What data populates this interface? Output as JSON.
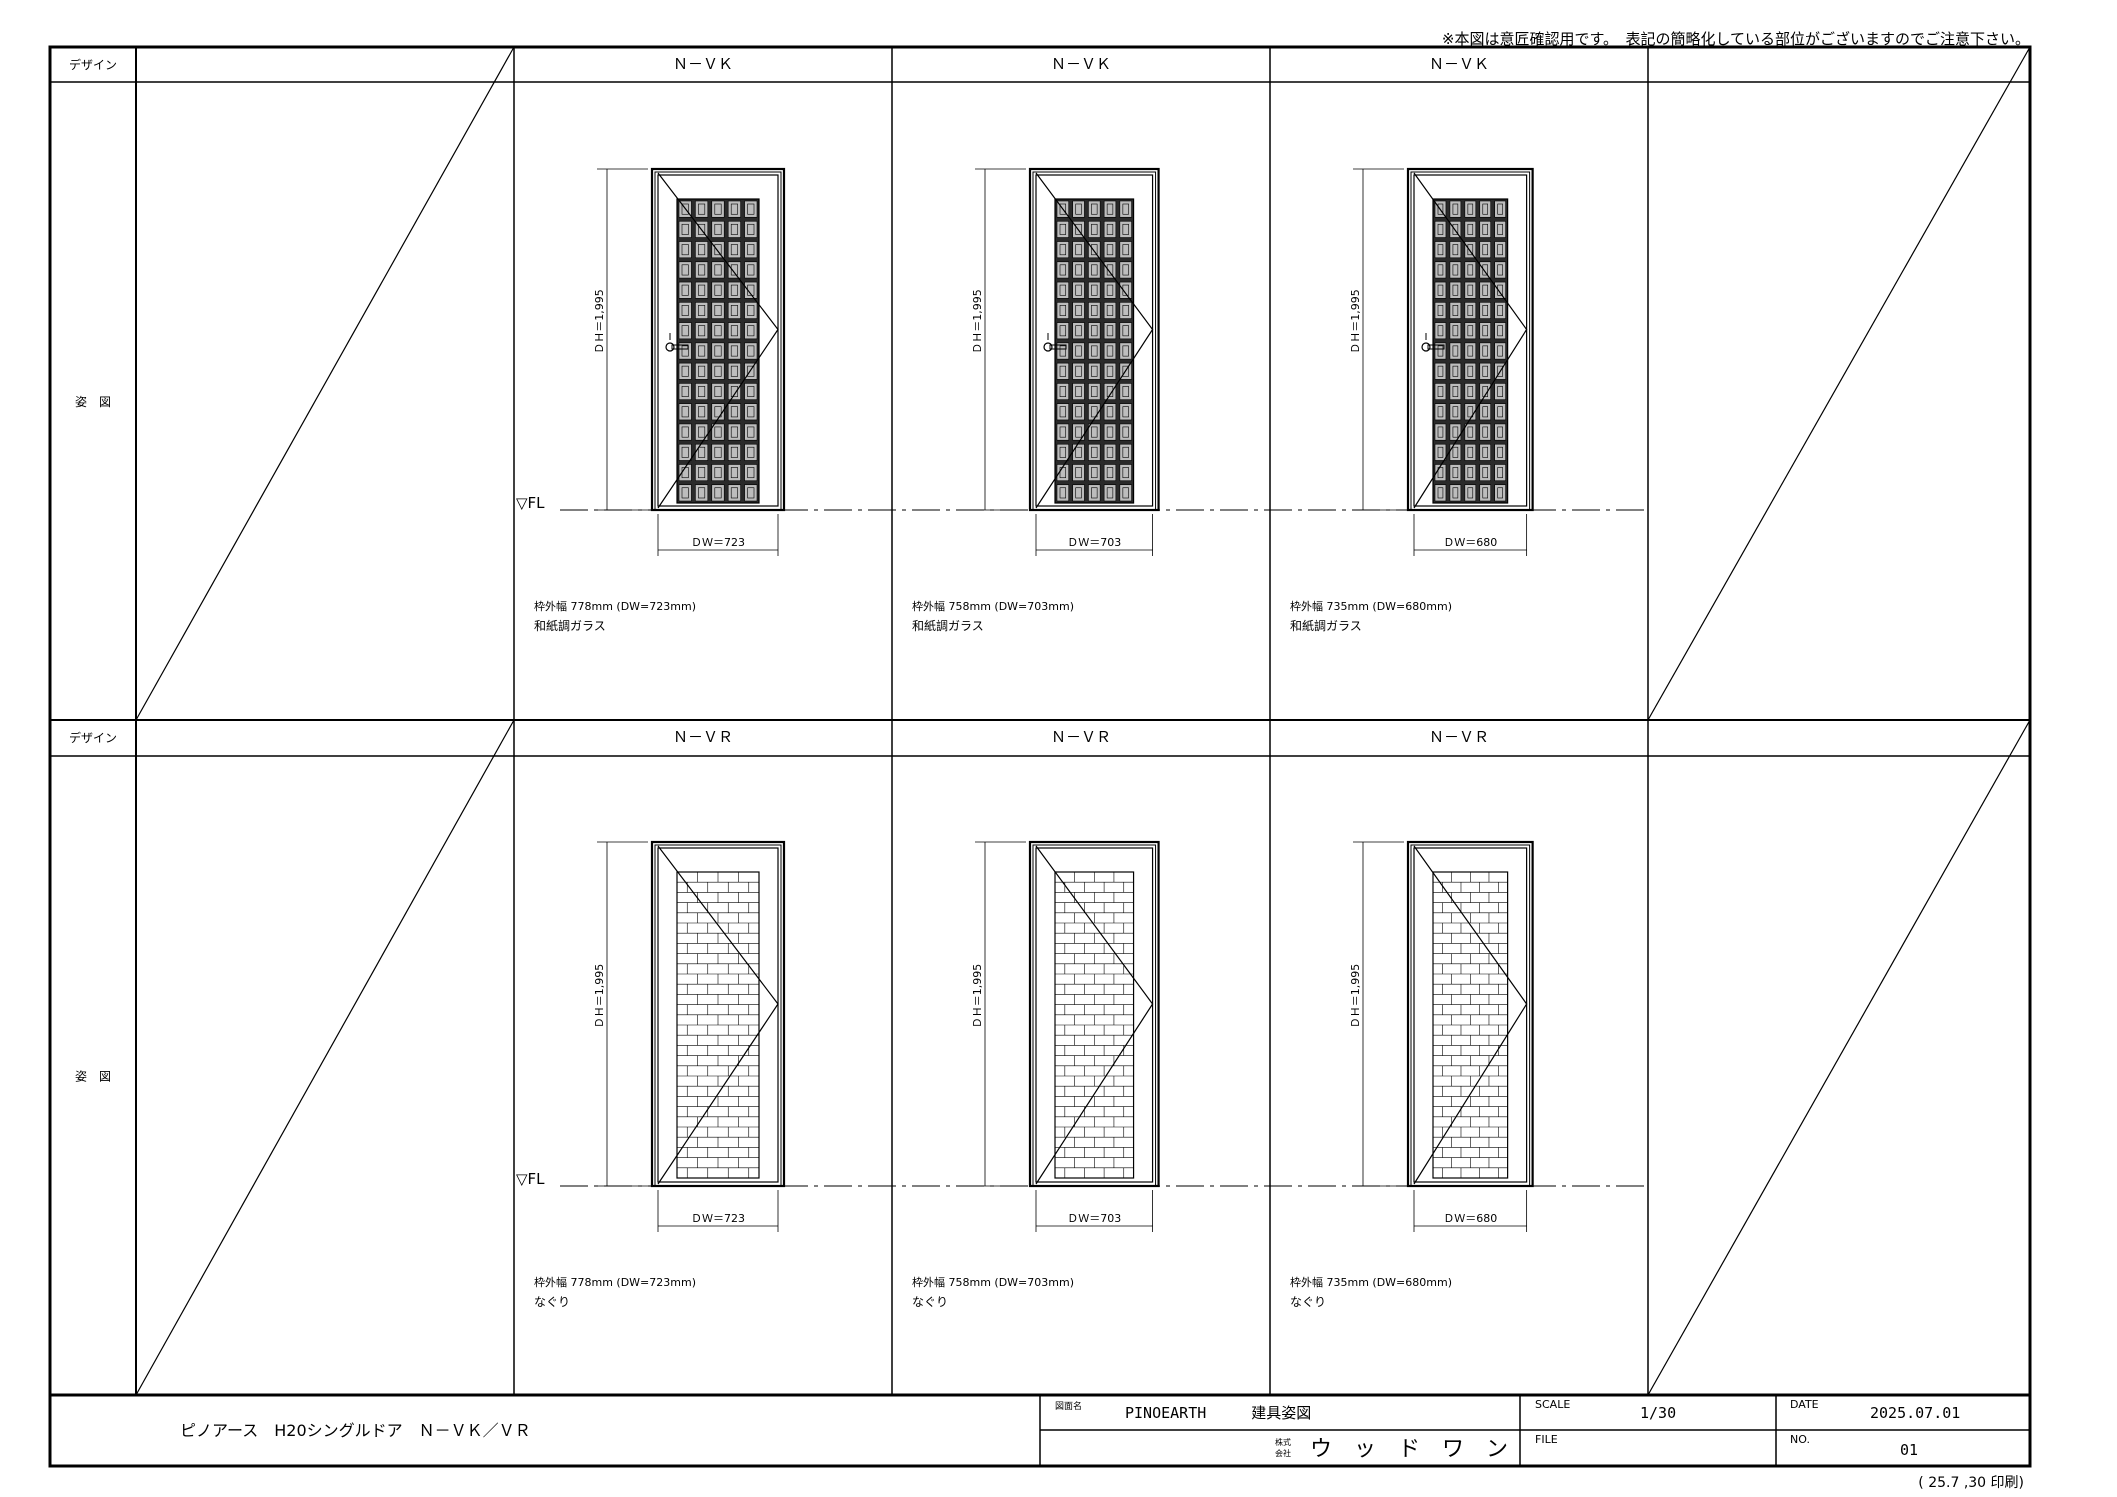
{
  "notice": "※本図は意匠確認用です。　表記の簡略化している部位がございますのでご注意下さい。",
  "row_labels": {
    "design": "デザイン",
    "elevation": "姿　図"
  },
  "rows": [
    {
      "model": "Ｎ－ＶＫ",
      "pattern": "grid",
      "has_handle": true,
      "fl_label": "▽FL",
      "dh_label": "ＤＨ＝1,995",
      "doors": [
        {
          "dw_label": "ＤＷ＝723",
          "dw_mm": 723,
          "frame_note": "枠外幅 778mm (DW=723mm)",
          "glass": "和紙調ガラス"
        },
        {
          "dw_label": "ＤＷ＝703",
          "dw_mm": 703,
          "frame_note": "枠外幅 758mm (DW=703mm)",
          "glass": "和紙調ガラス"
        },
        {
          "dw_label": "ＤＷ＝680",
          "dw_mm": 680,
          "frame_note": "枠外幅 735mm (DW=680mm)",
          "glass": "和紙調ガラス"
        }
      ]
    },
    {
      "model": "Ｎ－ＶＲ",
      "pattern": "brick",
      "has_handle": false,
      "fl_label": "▽FL",
      "dh_label": "ＤＨ＝1,995",
      "doors": [
        {
          "dw_label": "ＤＷ＝723",
          "dw_mm": 723,
          "frame_note": "枠外幅 778mm (DW=723mm)",
          "glass": "なぐり"
        },
        {
          "dw_label": "ＤＷ＝703",
          "dw_mm": 703,
          "frame_note": "枠外幅 758mm (DW=703mm)",
          "glass": "なぐり"
        },
        {
          "dw_label": "ＤＷ＝680",
          "dw_mm": 680,
          "frame_note": "枠外幅 735mm (DW=680mm)",
          "glass": "なぐり"
        }
      ]
    }
  ],
  "title_block": {
    "product": "ピノアース　H20シングルドア　Ｎ－ＶＫ／ＶＲ",
    "drawing_name_label": "図面名",
    "drawing_name": "PINOEARTH　　　建具姿図",
    "company_prefix_top": "株式",
    "company_prefix_bottom": "会社",
    "company": "ウ　ッ　ド　ワ　ン",
    "scale_label": "SCALE",
    "scale": "1/30",
    "date_label": "DATE",
    "date": "2025.07.01",
    "file_label": "FILE",
    "file": "",
    "no_label": "NO.",
    "no": "01"
  },
  "print_note": "( 25.7 ,30 印刷)"
}
